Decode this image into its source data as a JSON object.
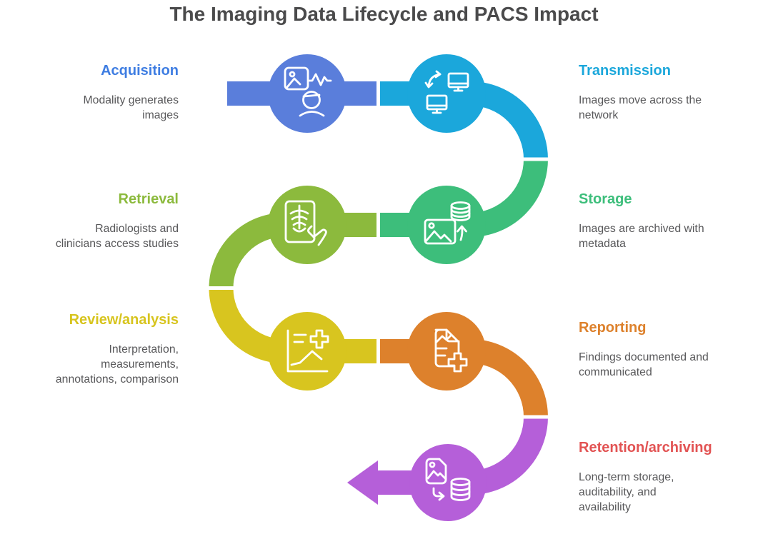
{
  "title": "The Imaging Data Lifecycle and PACS Impact",
  "colors": {
    "title_text": "#4a4a4b",
    "description_text": "#58585a",
    "background": "#ffffff",
    "connector_gap": "#ffffff"
  },
  "stages": [
    {
      "name": "Acquisition",
      "description": "Modality generates images",
      "label_color": "#3e7de2",
      "node_color": "#5a7edb",
      "side": "left",
      "icon": "image-vitals-patient-icon"
    },
    {
      "name": "Transmission",
      "description": "Images move across the network",
      "label_color": "#1ba7db",
      "node_color": "#1ba7db",
      "side": "right",
      "icon": "monitors-transfer-icon"
    },
    {
      "name": "Storage",
      "description": "Images are archived with metadata",
      "label_color": "#3dbe7b",
      "node_color": "#3dbe7b",
      "side": "right",
      "icon": "image-to-database-icon"
    },
    {
      "name": "Retrieval",
      "description": "Radiologists and clinicians access studies",
      "label_color": "#8cba3d",
      "node_color": "#8cba3d",
      "side": "left",
      "icon": "xray-film-hand-icon"
    },
    {
      "name": "Review/analysis",
      "description": "Interpretation, measurements, annotations, comparison",
      "label_color": "#d7c41e",
      "node_color": "#d8c51f",
      "side": "left",
      "icon": "chart-medical-cross-icon"
    },
    {
      "name": "Reporting",
      "description": "Findings documented and communicated",
      "label_color": "#dd812c",
      "node_color": "#dd812c",
      "side": "right",
      "icon": "report-document-cross-icon"
    },
    {
      "name": "Retention/archiving",
      "description": "Long-term storage, auditability, and availability",
      "label_color": "#e25353",
      "node_color": "#b55fd9",
      "side": "right",
      "icon": "image-archive-database-icon"
    }
  ]
}
